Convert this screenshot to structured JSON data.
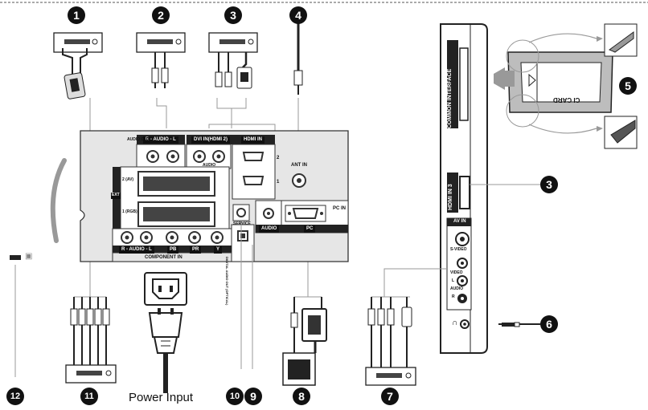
{
  "callouts": [
    "1",
    "2",
    "3",
    "4",
    "5",
    "6",
    "7",
    "8",
    "9",
    "10",
    "11",
    "12"
  ],
  "side_callout_3": "3",
  "back_panel": {
    "audio_out": "AUDIO OUT",
    "audio_rl": "R - AUDIO - L",
    "dvi_in": "DVI IN(HDMI 2)",
    "audio_small": "AUDIO",
    "hdmi_in": "HDMI IN",
    "hdmi_num_2": "2",
    "hdmi_num_1": "1",
    "ant_in": "ANT IN",
    "ext_2": "2 (AV)",
    "ext_1": "1 (RGB)",
    "ext": "EXT",
    "service": "SERVICE",
    "audio_pc": "AUDIO",
    "pc": "PC",
    "pc_in": "PC IN",
    "comp_audio": "R - AUDIO - L",
    "pb": "PB",
    "pr": "PR",
    "y": "Y",
    "component_in": "COMPONENT IN",
    "digital_out": "DIGITAL AUDIO OUT (OPTICAL)"
  },
  "side_panel": {
    "common_interface": "COMMON INTERFACE",
    "ci_card": "CI CARD",
    "hdmi_in3": "HDMI IN 3",
    "av_in": "AV IN",
    "s_video": "S-VIDEO",
    "video": "VIDEO",
    "audio": "AUDIO",
    "l": "L",
    "r": "R",
    "headphone": "∩"
  },
  "power_input": "Power Input",
  "icons": [
    "scart-device-icon",
    "lock-icon",
    "headphone-icon",
    "power-plug-icon"
  ]
}
